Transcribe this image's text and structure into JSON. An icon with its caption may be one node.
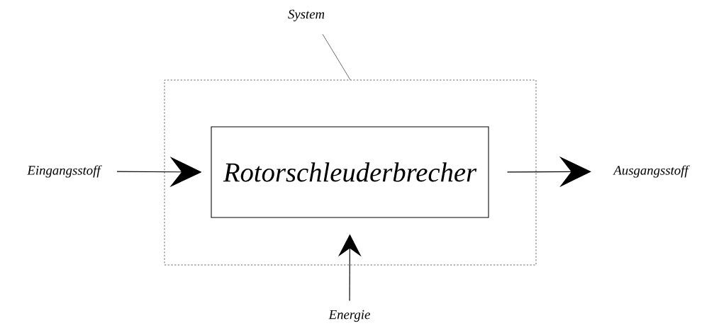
{
  "diagram": {
    "nodes": [
      {
        "text": [
          "System"
        ]
      },
      {
        "text": [],
        "shape": "box"
      },
      {
        "text": [
          "Eingangsstoff"
        ]
      },
      {
        "text": [
          "Rotorschleuderbrecher"
        ],
        "in": 1
      },
      {
        "text": [
          "Ausgangsstoff"
        ]
      },
      {
        "text": [
          "Energie"
        ]
      }
    ],
    "edges": [
      {
        "from": 0,
        "to": 1,
        "arrow": "none"
      },
      {
        "from": 2,
        "to": 3,
        "arrow": "to"
      },
      {
        "from": 3,
        "to": 4,
        "arrow": "to"
      },
      {
        "from": 5,
        "to": 3,
        "arrow": "to"
      }
    ]
  }
}
